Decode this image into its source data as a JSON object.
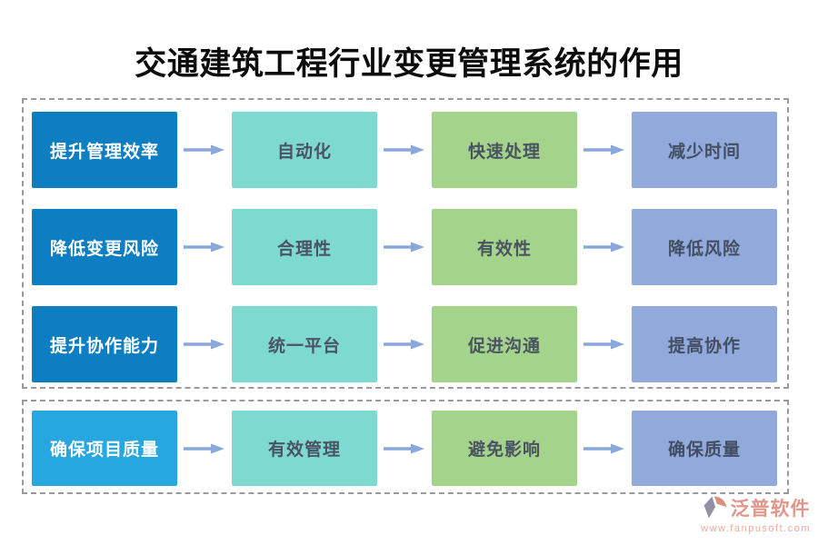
{
  "title": "交通建筑工程行业变更管理系统的作用",
  "groups": [
    {
      "rows": [
        {
          "cells": [
            "提升管理效率",
            "自动化",
            "快速处理",
            "减少时间"
          ]
        },
        {
          "cells": [
            "降低变更风险",
            "合理性",
            "有效性",
            "降低风险"
          ]
        },
        {
          "cells": [
            "提升协作能力",
            "统一平台",
            "促进沟通",
            "提高协作"
          ]
        }
      ]
    },
    {
      "rows": [
        {
          "cells": [
            "确保项目质量",
            "有效管理",
            "避免影响",
            "确保质量"
          ]
        }
      ]
    }
  ],
  "icons": {
    "arrow": "arrow-right-icon",
    "logo": "fanpusoft-logo-icon"
  },
  "colors": {
    "title_text": "#0c0c0c",
    "stage_blue": "#0d7ec2",
    "stage_cyan": "#27a7e0",
    "step_teal": "#7edad0",
    "step_green": "#a4d38b",
    "result_periwinkle": "#91aadb",
    "arrow": "#8aa7da",
    "dashed_border": "#9b9b9b",
    "box_dark_text": "#4a5361",
    "watermark_text": "#e2968a"
  },
  "watermark": {
    "brand": "泛普软件",
    "url": "www.fanpusoft.com"
  }
}
